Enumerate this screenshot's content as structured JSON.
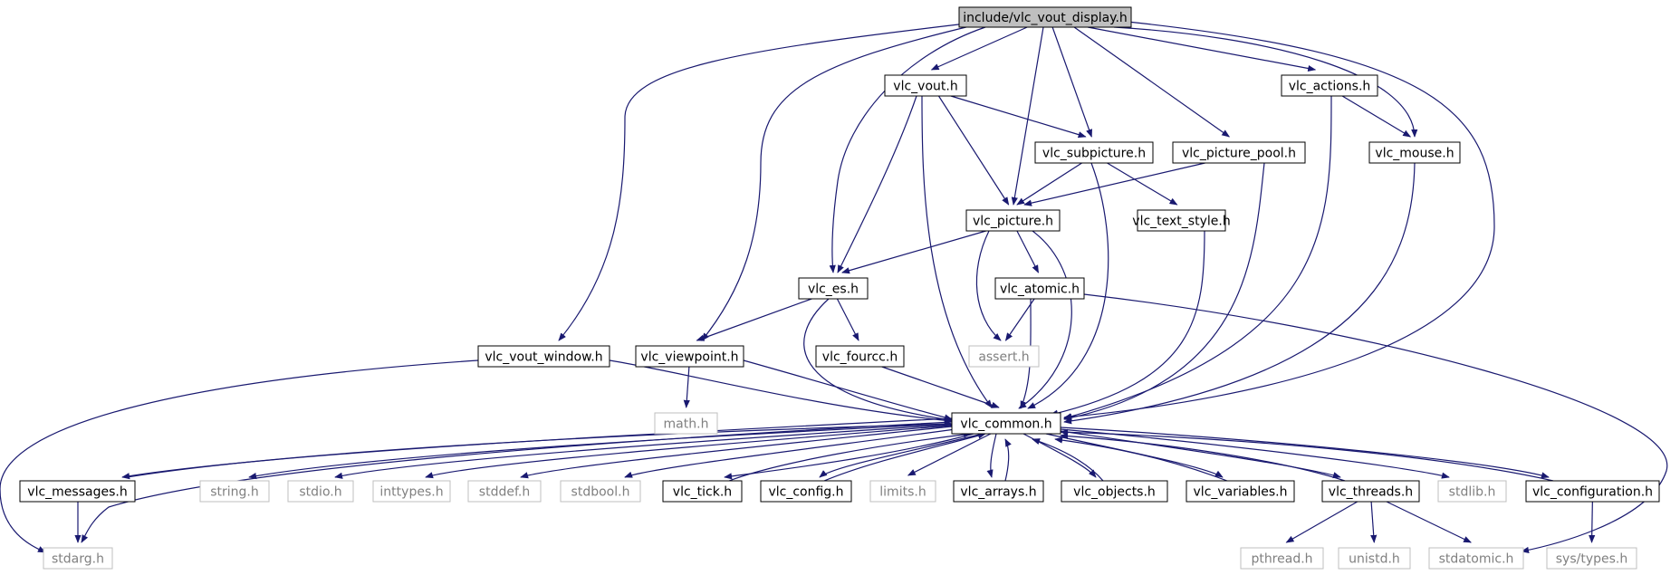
{
  "diagram": {
    "nodes": [
      {
        "id": "vlc_vout_display",
        "label": "include/vlc_vout_display.h",
        "style": "root"
      },
      {
        "id": "vlc_vout",
        "label": "vlc_vout.h",
        "style": "normal"
      },
      {
        "id": "vlc_actions",
        "label": "vlc_actions.h",
        "style": "normal"
      },
      {
        "id": "vlc_subpicture",
        "label": "vlc_subpicture.h",
        "style": "normal"
      },
      {
        "id": "vlc_picture_pool",
        "label": "vlc_picture_pool.h",
        "style": "normal"
      },
      {
        "id": "vlc_mouse",
        "label": "vlc_mouse.h",
        "style": "normal"
      },
      {
        "id": "vlc_picture",
        "label": "vlc_picture.h",
        "style": "normal"
      },
      {
        "id": "vlc_text_style",
        "label": "vlc_text_style.h",
        "style": "normal"
      },
      {
        "id": "vlc_es",
        "label": "vlc_es.h",
        "style": "normal"
      },
      {
        "id": "vlc_atomic",
        "label": "vlc_atomic.h",
        "style": "normal"
      },
      {
        "id": "vlc_vout_window",
        "label": "vlc_vout_window.h",
        "style": "normal"
      },
      {
        "id": "vlc_viewpoint",
        "label": "vlc_viewpoint.h",
        "style": "normal"
      },
      {
        "id": "vlc_fourcc",
        "label": "vlc_fourcc.h",
        "style": "normal"
      },
      {
        "id": "assert",
        "label": "assert.h",
        "style": "system"
      },
      {
        "id": "math",
        "label": "math.h",
        "style": "system"
      },
      {
        "id": "vlc_common",
        "label": "vlc_common.h",
        "style": "normal"
      },
      {
        "id": "vlc_messages",
        "label": "vlc_messages.h",
        "style": "normal"
      },
      {
        "id": "string",
        "label": "string.h",
        "style": "system"
      },
      {
        "id": "stdio",
        "label": "stdio.h",
        "style": "system"
      },
      {
        "id": "inttypes",
        "label": "inttypes.h",
        "style": "system"
      },
      {
        "id": "stddef",
        "label": "stddef.h",
        "style": "system"
      },
      {
        "id": "stdbool",
        "label": "stdbool.h",
        "style": "system"
      },
      {
        "id": "vlc_tick",
        "label": "vlc_tick.h",
        "style": "normal"
      },
      {
        "id": "vlc_config",
        "label": "vlc_config.h",
        "style": "normal"
      },
      {
        "id": "limits",
        "label": "limits.h",
        "style": "system"
      },
      {
        "id": "vlc_arrays",
        "label": "vlc_arrays.h",
        "style": "normal"
      },
      {
        "id": "vlc_objects",
        "label": "vlc_objects.h",
        "style": "normal"
      },
      {
        "id": "vlc_variables",
        "label": "vlc_variables.h",
        "style": "normal"
      },
      {
        "id": "vlc_threads",
        "label": "vlc_threads.h",
        "style": "normal"
      },
      {
        "id": "stdlib",
        "label": "stdlib.h",
        "style": "system"
      },
      {
        "id": "vlc_configuration",
        "label": "vlc_configuration.h",
        "style": "normal"
      },
      {
        "id": "stdarg",
        "label": "stdarg.h",
        "style": "system"
      },
      {
        "id": "pthread",
        "label": "pthread.h",
        "style": "system"
      },
      {
        "id": "unistd",
        "label": "unistd.h",
        "style": "system"
      },
      {
        "id": "stdatomic",
        "label": "stdatomic.h",
        "style": "system"
      },
      {
        "id": "sys_types",
        "label": "sys/types.h",
        "style": "system"
      }
    ],
    "edges": [
      [
        "vlc_vout_display",
        "vlc_vout"
      ],
      [
        "vlc_vout_display",
        "vlc_actions"
      ],
      [
        "vlc_vout_display",
        "vlc_subpicture"
      ],
      [
        "vlc_vout_display",
        "vlc_picture_pool"
      ],
      [
        "vlc_vout_display",
        "vlc_mouse"
      ],
      [
        "vlc_vout_display",
        "vlc_picture"
      ],
      [
        "vlc_vout_display",
        "vlc_es"
      ],
      [
        "vlc_vout_display",
        "vlc_vout_window"
      ],
      [
        "vlc_vout_display",
        "vlc_viewpoint"
      ],
      [
        "vlc_vout_display",
        "vlc_common"
      ],
      [
        "vlc_vout",
        "vlc_subpicture"
      ],
      [
        "vlc_vout",
        "vlc_picture"
      ],
      [
        "vlc_vout",
        "vlc_es"
      ],
      [
        "vlc_vout",
        "vlc_common"
      ],
      [
        "vlc_actions",
        "vlc_mouse"
      ],
      [
        "vlc_actions",
        "vlc_common"
      ],
      [
        "vlc_subpicture",
        "vlc_picture"
      ],
      [
        "vlc_subpicture",
        "vlc_text_style"
      ],
      [
        "vlc_subpicture",
        "vlc_common"
      ],
      [
        "vlc_picture_pool",
        "vlc_picture"
      ],
      [
        "vlc_picture_pool",
        "vlc_common"
      ],
      [
        "vlc_mouse",
        "vlc_common"
      ],
      [
        "vlc_picture",
        "vlc_es"
      ],
      [
        "vlc_picture",
        "vlc_atomic"
      ],
      [
        "vlc_picture",
        "assert"
      ],
      [
        "vlc_picture",
        "vlc_common"
      ],
      [
        "vlc_text_style",
        "vlc_common"
      ],
      [
        "vlc_es",
        "vlc_viewpoint"
      ],
      [
        "vlc_es",
        "vlc_fourcc"
      ],
      [
        "vlc_es",
        "vlc_common"
      ],
      [
        "vlc_atomic",
        "assert"
      ],
      [
        "vlc_atomic",
        "vlc_common"
      ],
      [
        "vlc_atomic",
        "stdatomic"
      ],
      [
        "vlc_vout_window",
        "vlc_common"
      ],
      [
        "vlc_vout_window",
        "stdarg"
      ],
      [
        "vlc_viewpoint",
        "math"
      ],
      [
        "vlc_viewpoint",
        "vlc_common"
      ],
      [
        "vlc_fourcc",
        "vlc_common"
      ],
      [
        "vlc_common",
        "vlc_messages"
      ],
      [
        "vlc_common",
        "string"
      ],
      [
        "vlc_common",
        "stdio"
      ],
      [
        "vlc_common",
        "inttypes"
      ],
      [
        "vlc_common",
        "stddef"
      ],
      [
        "vlc_common",
        "stdbool"
      ],
      [
        "vlc_common",
        "vlc_tick"
      ],
      [
        "vlc_common",
        "vlc_config"
      ],
      [
        "vlc_common",
        "limits"
      ],
      [
        "vlc_common",
        "vlc_arrays"
      ],
      [
        "vlc_common",
        "vlc_objects"
      ],
      [
        "vlc_common",
        "vlc_variables"
      ],
      [
        "vlc_common",
        "vlc_threads"
      ],
      [
        "vlc_common",
        "stdlib"
      ],
      [
        "vlc_common",
        "vlc_configuration"
      ],
      [
        "vlc_common",
        "stdarg"
      ],
      [
        "vlc_messages",
        "vlc_common"
      ],
      [
        "vlc_messages",
        "stdarg"
      ],
      [
        "vlc_tick",
        "vlc_common"
      ],
      [
        "vlc_config",
        "vlc_common"
      ],
      [
        "vlc_arrays",
        "vlc_common"
      ],
      [
        "vlc_objects",
        "vlc_common"
      ],
      [
        "vlc_variables",
        "vlc_common"
      ],
      [
        "vlc_threads",
        "vlc_common"
      ],
      [
        "vlc_threads",
        "pthread"
      ],
      [
        "vlc_threads",
        "unistd"
      ],
      [
        "vlc_threads",
        "stdatomic"
      ],
      [
        "vlc_configuration",
        "vlc_common"
      ],
      [
        "vlc_configuration",
        "sys_types"
      ]
    ]
  },
  "colors": {
    "edge": "#191970",
    "root_fill": "#bfbfbf",
    "normal_border": "#000000",
    "system_border": "#bfbfbf",
    "normal_text": "#000000",
    "system_text": "#808080"
  }
}
